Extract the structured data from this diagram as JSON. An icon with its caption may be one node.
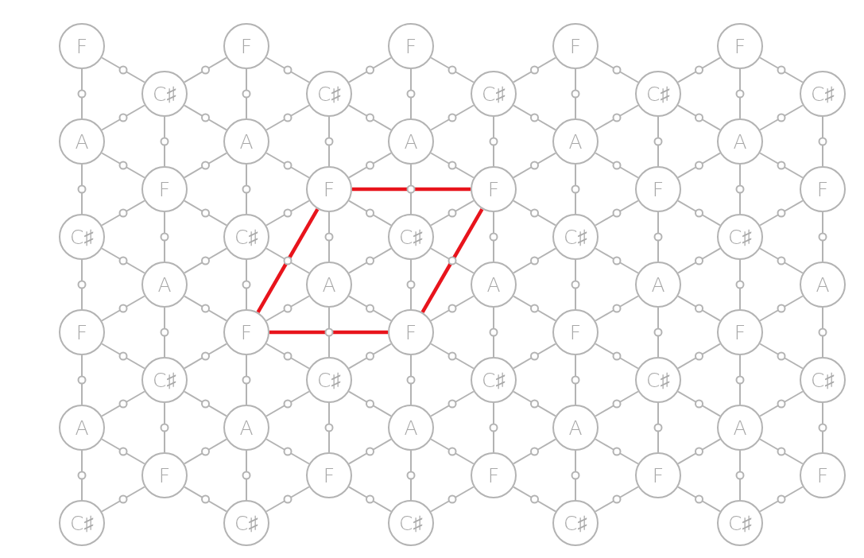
{
  "diagram": {
    "nodes": [
      {
        "text": [
          "F"
        ]
      },
      {
        "text": [
          "F"
        ]
      },
      {
        "text": [
          "F"
        ]
      },
      {
        "text": [
          "F"
        ]
      },
      {
        "text": [
          "F"
        ]
      },
      {
        "text": [
          "C♯"
        ]
      },
      {
        "text": [
          "C♯"
        ]
      },
      {
        "text": [
          "C♯"
        ]
      },
      {
        "text": [
          "C♯"
        ]
      },
      {
        "text": [
          "C♯"
        ]
      },
      {
        "text": [
          "A"
        ]
      },
      {
        "text": [
          "A"
        ]
      },
      {
        "text": [
          "A"
        ]
      },
      {
        "text": [
          "A"
        ]
      },
      {
        "text": [
          "A"
        ]
      },
      {
        "text": [
          "F"
        ]
      },
      {
        "text": [
          "F"
        ]
      },
      {
        "text": [
          "F"
        ]
      },
      {
        "text": [
          "F"
        ]
      },
      {
        "text": [
          "F"
        ]
      },
      {
        "text": [
          "C♯"
        ]
      },
      {
        "text": [
          "C♯"
        ]
      },
      {
        "text": [
          "C♯"
        ]
      },
      {
        "text": [
          "C♯"
        ]
      },
      {
        "text": [
          "C♯"
        ]
      },
      {
        "text": [
          "A"
        ]
      },
      {
        "text": [
          "A"
        ]
      },
      {
        "text": [
          "A"
        ]
      },
      {
        "text": [
          "A"
        ]
      },
      {
        "text": [
          "A"
        ]
      },
      {
        "text": [
          "F"
        ]
      },
      {
        "text": [
          "F"
        ]
      },
      {
        "text": [
          "F"
        ]
      },
      {
        "text": [
          "F"
        ]
      },
      {
        "text": [
          "F"
        ]
      },
      {
        "text": [
          "C♯"
        ]
      },
      {
        "text": [
          "C♯"
        ]
      },
      {
        "text": [
          "C♯"
        ]
      },
      {
        "text": [
          "C♯"
        ]
      },
      {
        "text": [
          "C♯"
        ]
      },
      {
        "text": [
          "A"
        ]
      },
      {
        "text": [
          "A"
        ]
      },
      {
        "text": [
          "A"
        ]
      },
      {
        "text": [
          "A"
        ]
      },
      {
        "text": [
          "A"
        ]
      },
      {
        "text": [
          "F"
        ]
      },
      {
        "text": [
          "F"
        ]
      },
      {
        "text": [
          "F"
        ]
      },
      {
        "text": [
          "F"
        ]
      },
      {
        "text": [
          "F"
        ]
      },
      {
        "text": [
          "C♯"
        ]
      },
      {
        "text": [
          "C♯"
        ]
      },
      {
        "text": [
          "C♯"
        ]
      },
      {
        "text": [
          "C♯"
        ]
      },
      {
        "text": [
          "C♯"
        ]
      }
    ],
    "edges": [
      {
        "from": 0,
        "to": 10,
        "arrow": "none"
      },
      {
        "from": 0,
        "to": 5,
        "arrow": "none"
      },
      {
        "from": 1,
        "to": 11,
        "arrow": "none"
      },
      {
        "from": 1,
        "to": 5,
        "arrow": "none"
      },
      {
        "from": 1,
        "to": 6,
        "arrow": "none"
      },
      {
        "from": 2,
        "to": 12,
        "arrow": "none"
      },
      {
        "from": 2,
        "to": 6,
        "arrow": "none"
      },
      {
        "from": 2,
        "to": 7,
        "arrow": "none"
      },
      {
        "from": 3,
        "to": 13,
        "arrow": "none"
      },
      {
        "from": 3,
        "to": 7,
        "arrow": "none"
      },
      {
        "from": 3,
        "to": 8,
        "arrow": "none"
      },
      {
        "from": 4,
        "to": 14,
        "arrow": "none"
      },
      {
        "from": 4,
        "to": 8,
        "arrow": "none"
      },
      {
        "from": 4,
        "to": 9,
        "arrow": "none"
      },
      {
        "from": 5,
        "to": 15,
        "arrow": "none"
      },
      {
        "from": 5,
        "to": 10,
        "arrow": "none"
      },
      {
        "from": 5,
        "to": 11,
        "arrow": "none"
      },
      {
        "from": 6,
        "to": 16,
        "arrow": "none"
      },
      {
        "from": 6,
        "to": 11,
        "arrow": "none"
      },
      {
        "from": 6,
        "to": 12,
        "arrow": "none"
      },
      {
        "from": 7,
        "to": 17,
        "arrow": "none"
      },
      {
        "from": 7,
        "to": 12,
        "arrow": "none"
      },
      {
        "from": 7,
        "to": 13,
        "arrow": "none"
      },
      {
        "from": 8,
        "to": 18,
        "arrow": "none"
      },
      {
        "from": 8,
        "to": 13,
        "arrow": "none"
      },
      {
        "from": 8,
        "to": 14,
        "arrow": "none"
      },
      {
        "from": 9,
        "to": 19,
        "arrow": "none"
      },
      {
        "from": 9,
        "to": 14,
        "arrow": "none"
      },
      {
        "from": 10,
        "to": 20,
        "arrow": "none"
      },
      {
        "from": 10,
        "to": 15,
        "arrow": "none"
      },
      {
        "from": 11,
        "to": 21,
        "arrow": "none"
      },
      {
        "from": 11,
        "to": 15,
        "arrow": "none"
      },
      {
        "from": 11,
        "to": 16,
        "arrow": "none"
      },
      {
        "from": 12,
        "to": 22,
        "arrow": "none"
      },
      {
        "from": 12,
        "to": 16,
        "arrow": "none"
      },
      {
        "from": 12,
        "to": 17,
        "arrow": "none"
      },
      {
        "from": 13,
        "to": 23,
        "arrow": "none"
      },
      {
        "from": 13,
        "to": 17,
        "arrow": "none"
      },
      {
        "from": 13,
        "to": 18,
        "arrow": "none"
      },
      {
        "from": 14,
        "to": 24,
        "arrow": "none"
      },
      {
        "from": 14,
        "to": 18,
        "arrow": "none"
      },
      {
        "from": 14,
        "to": 19,
        "arrow": "none"
      },
      {
        "from": 15,
        "to": 25,
        "arrow": "none"
      },
      {
        "from": 15,
        "to": 20,
        "arrow": "none"
      },
      {
        "from": 15,
        "to": 21,
        "arrow": "none"
      },
      {
        "from": 16,
        "to": 26,
        "arrow": "none"
      },
      {
        "from": 16,
        "to": 21,
        "arrow": "none"
      },
      {
        "from": 16,
        "to": 22,
        "arrow": "none"
      },
      {
        "from": 17,
        "to": 27,
        "arrow": "none"
      },
      {
        "from": 17,
        "to": 22,
        "arrow": "none"
      },
      {
        "from": 17,
        "to": 23,
        "arrow": "none"
      },
      {
        "from": 18,
        "to": 28,
        "arrow": "none"
      },
      {
        "from": 18,
        "to": 23,
        "arrow": "none"
      },
      {
        "from": 18,
        "to": 24,
        "arrow": "none"
      },
      {
        "from": 19,
        "to": 29,
        "arrow": "none"
      },
      {
        "from": 19,
        "to": 24,
        "arrow": "none"
      },
      {
        "from": 20,
        "to": 30,
        "arrow": "none"
      },
      {
        "from": 20,
        "to": 25,
        "arrow": "none"
      },
      {
        "from": 21,
        "to": 31,
        "arrow": "none"
      },
      {
        "from": 21,
        "to": 25,
        "arrow": "none"
      },
      {
        "from": 21,
        "to": 26,
        "arrow": "none"
      },
      {
        "from": 22,
        "to": 32,
        "arrow": "none"
      },
      {
        "from": 22,
        "to": 26,
        "arrow": "none"
      },
      {
        "from": 22,
        "to": 27,
        "arrow": "none"
      },
      {
        "from": 23,
        "to": 33,
        "arrow": "none"
      },
      {
        "from": 23,
        "to": 27,
        "arrow": "none"
      },
      {
        "from": 23,
        "to": 28,
        "arrow": "none"
      },
      {
        "from": 24,
        "to": 34,
        "arrow": "none"
      },
      {
        "from": 24,
        "to": 28,
        "arrow": "none"
      },
      {
        "from": 24,
        "to": 29,
        "arrow": "none"
      },
      {
        "from": 25,
        "to": 35,
        "arrow": "none"
      },
      {
        "from": 25,
        "to": 30,
        "arrow": "none"
      },
      {
        "from": 25,
        "to": 31,
        "arrow": "none"
      },
      {
        "from": 26,
        "to": 36,
        "arrow": "none"
      },
      {
        "from": 26,
        "to": 31,
        "arrow": "none"
      },
      {
        "from": 26,
        "to": 32,
        "arrow": "none"
      },
      {
        "from": 27,
        "to": 37,
        "arrow": "none"
      },
      {
        "from": 27,
        "to": 32,
        "arrow": "none"
      },
      {
        "from": 27,
        "to": 33,
        "arrow": "none"
      },
      {
        "from": 28,
        "to": 38,
        "arrow": "none"
      },
      {
        "from": 28,
        "to": 33,
        "arrow": "none"
      },
      {
        "from": 28,
        "to": 34,
        "arrow": "none"
      },
      {
        "from": 29,
        "to": 39,
        "arrow": "none"
      },
      {
        "from": 29,
        "to": 34,
        "arrow": "none"
      },
      {
        "from": 30,
        "to": 40,
        "arrow": "none"
      },
      {
        "from": 30,
        "to": 35,
        "arrow": "none"
      },
      {
        "from": 31,
        "to": 41,
        "arrow": "none"
      },
      {
        "from": 31,
        "to": 35,
        "arrow": "none"
      },
      {
        "from": 31,
        "to": 36,
        "arrow": "none"
      },
      {
        "from": 32,
        "to": 42,
        "arrow": "none"
      },
      {
        "from": 32,
        "to": 36,
        "arrow": "none"
      },
      {
        "from": 32,
        "to": 37,
        "arrow": "none"
      },
      {
        "from": 33,
        "to": 43,
        "arrow": "none"
      },
      {
        "from": 33,
        "to": 37,
        "arrow": "none"
      },
      {
        "from": 33,
        "to": 38,
        "arrow": "none"
      },
      {
        "from": 34,
        "to": 44,
        "arrow": "none"
      },
      {
        "from": 34,
        "to": 38,
        "arrow": "none"
      },
      {
        "from": 34,
        "to": 39,
        "arrow": "none"
      },
      {
        "from": 35,
        "to": 45,
        "arrow": "none"
      },
      {
        "from": 35,
        "to": 40,
        "arrow": "none"
      },
      {
        "from": 35,
        "to": 41,
        "arrow": "none"
      },
      {
        "from": 36,
        "to": 46,
        "arrow": "none"
      },
      {
        "from": 36,
        "to": 41,
        "arrow": "none"
      },
      {
        "from": 36,
        "to": 42,
        "arrow": "none"
      },
      {
        "from": 37,
        "to": 47,
        "arrow": "none"
      },
      {
        "from": 37,
        "to": 42,
        "arrow": "none"
      },
      {
        "from": 37,
        "to": 43,
        "arrow": "none"
      },
      {
        "from": 38,
        "to": 48,
        "arrow": "none"
      },
      {
        "from": 38,
        "to": 43,
        "arrow": "none"
      },
      {
        "from": 38,
        "to": 44,
        "arrow": "none"
      },
      {
        "from": 39,
        "to": 49,
        "arrow": "none"
      },
      {
        "from": 39,
        "to": 44,
        "arrow": "none"
      },
      {
        "from": 40,
        "to": 50,
        "arrow": "none"
      },
      {
        "from": 40,
        "to": 45,
        "arrow": "none"
      },
      {
        "from": 41,
        "to": 51,
        "arrow": "none"
      },
      {
        "from": 41,
        "to": 45,
        "arrow": "none"
      },
      {
        "from": 41,
        "to": 46,
        "arrow": "none"
      },
      {
        "from": 42,
        "to": 52,
        "arrow": "none"
      },
      {
        "from": 42,
        "to": 46,
        "arrow": "none"
      },
      {
        "from": 42,
        "to": 47,
        "arrow": "none"
      },
      {
        "from": 43,
        "to": 53,
        "arrow": "none"
      },
      {
        "from": 43,
        "to": 47,
        "arrow": "none"
      },
      {
        "from": 43,
        "to": 48,
        "arrow": "none"
      },
      {
        "from": 44,
        "to": 54,
        "arrow": "none"
      },
      {
        "from": 44,
        "to": 48,
        "arrow": "none"
      },
      {
        "from": 44,
        "to": 49,
        "arrow": "none"
      },
      {
        "from": 45,
        "to": 50,
        "arrow": "none"
      },
      {
        "from": 45,
        "to": 51,
        "arrow": "none"
      },
      {
        "from": 46,
        "to": 51,
        "arrow": "none"
      },
      {
        "from": 46,
        "to": 52,
        "arrow": "none"
      },
      {
        "from": 47,
        "to": 52,
        "arrow": "none"
      },
      {
        "from": 47,
        "to": 53,
        "arrow": "none"
      },
      {
        "from": 48,
        "to": 53,
        "arrow": "none"
      },
      {
        "from": 48,
        "to": 54,
        "arrow": "none"
      },
      {
        "from": 49,
        "to": 54,
        "arrow": "none"
      },
      {
        "from": 16,
        "to": 17,
        "arrow": "none",
        "style": "thick",
        "color": "#e8141c"
      },
      {
        "from": 17,
        "to": 32,
        "arrow": "none",
        "style": "thick",
        "color": "#e8141c"
      },
      {
        "from": 32,
        "to": 31,
        "arrow": "none",
        "style": "thick",
        "color": "#e8141c"
      },
      {
        "from": 31,
        "to": 16,
        "arrow": "none",
        "style": "thick",
        "color": "#e8141c"
      }
    ]
  }
}
